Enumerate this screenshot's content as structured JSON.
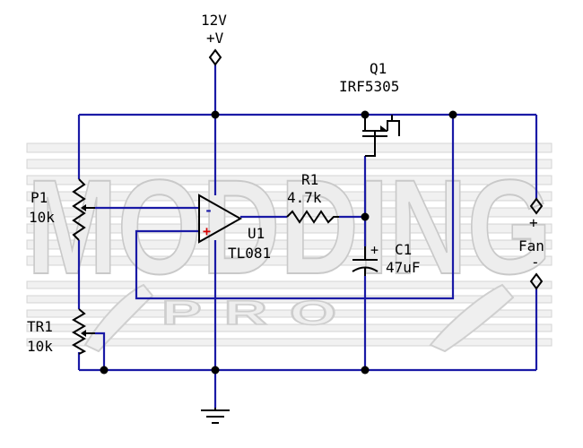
{
  "supply": {
    "voltage": "12V",
    "symbol": "+V"
  },
  "components": {
    "q1": {
      "ref": "Q1",
      "part": "IRF5305"
    },
    "p1": {
      "ref": "P1",
      "value": "10k"
    },
    "r1": {
      "ref": "R1",
      "value": "4.7k"
    },
    "u1": {
      "ref": "U1",
      "part": "TL081"
    },
    "c1": {
      "ref": "C1",
      "value": "47uF"
    },
    "tr1": {
      "ref": "TR1",
      "value": "10k"
    },
    "fan": {
      "label": "Fan",
      "plus": "+",
      "minus": "-"
    }
  },
  "opamp_pins": {
    "inverting": "-",
    "noninverting": "+"
  },
  "capacitor_polarity": "+",
  "watermark": {
    "text": "MODDING",
    "sub": "PRO"
  },
  "colors": {
    "wire": "#1a1aa6",
    "component": "#000000",
    "watermark": "#d4d4d4"
  }
}
